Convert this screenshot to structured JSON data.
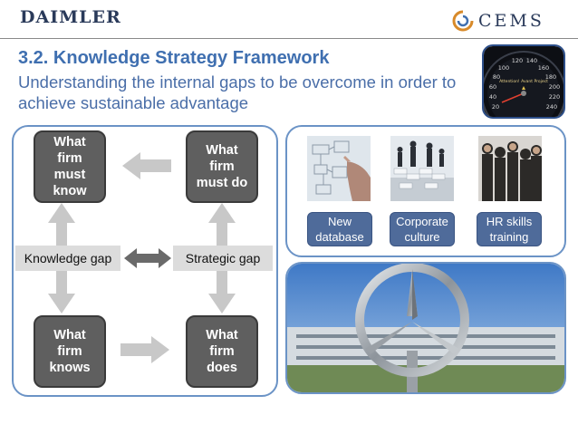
{
  "header": {
    "brand_left": "DAIMLER",
    "brand_right": "CEMS"
  },
  "slide": {
    "title": "3.2. Knowledge Strategy Framework",
    "subtitle": "Understanding the internal gaps to be overcome in order to achieve sustainable advantage"
  },
  "framework": {
    "must_know": "What\nfirm\nmust\nknow",
    "must_do": "What\nfirm\nmust do",
    "knows": "What\nfirm\nknows",
    "does": "What\nfirm\ndoes",
    "knowledge_gap": "Knowledge gap",
    "strategic_gap": "Strategic gap"
  },
  "actions": {
    "database": "New\ndatabase",
    "culture": "Corporate\nculture",
    "training": "HR skills\ntraining"
  },
  "speedometer": {
    "ticks": [
      "120",
      "140",
      "100",
      "160",
      "80",
      "180",
      "60",
      "200",
      "40",
      "220",
      "20",
      "240"
    ],
    "caption": "Attention! Avant Project"
  },
  "colors": {
    "title": "#3f6fb0",
    "panel_border": "#6b93c6",
    "box_fill": "#5f5f5f",
    "tag_fill": "#4f6b9a",
    "arrow": "#c8c8c8"
  }
}
